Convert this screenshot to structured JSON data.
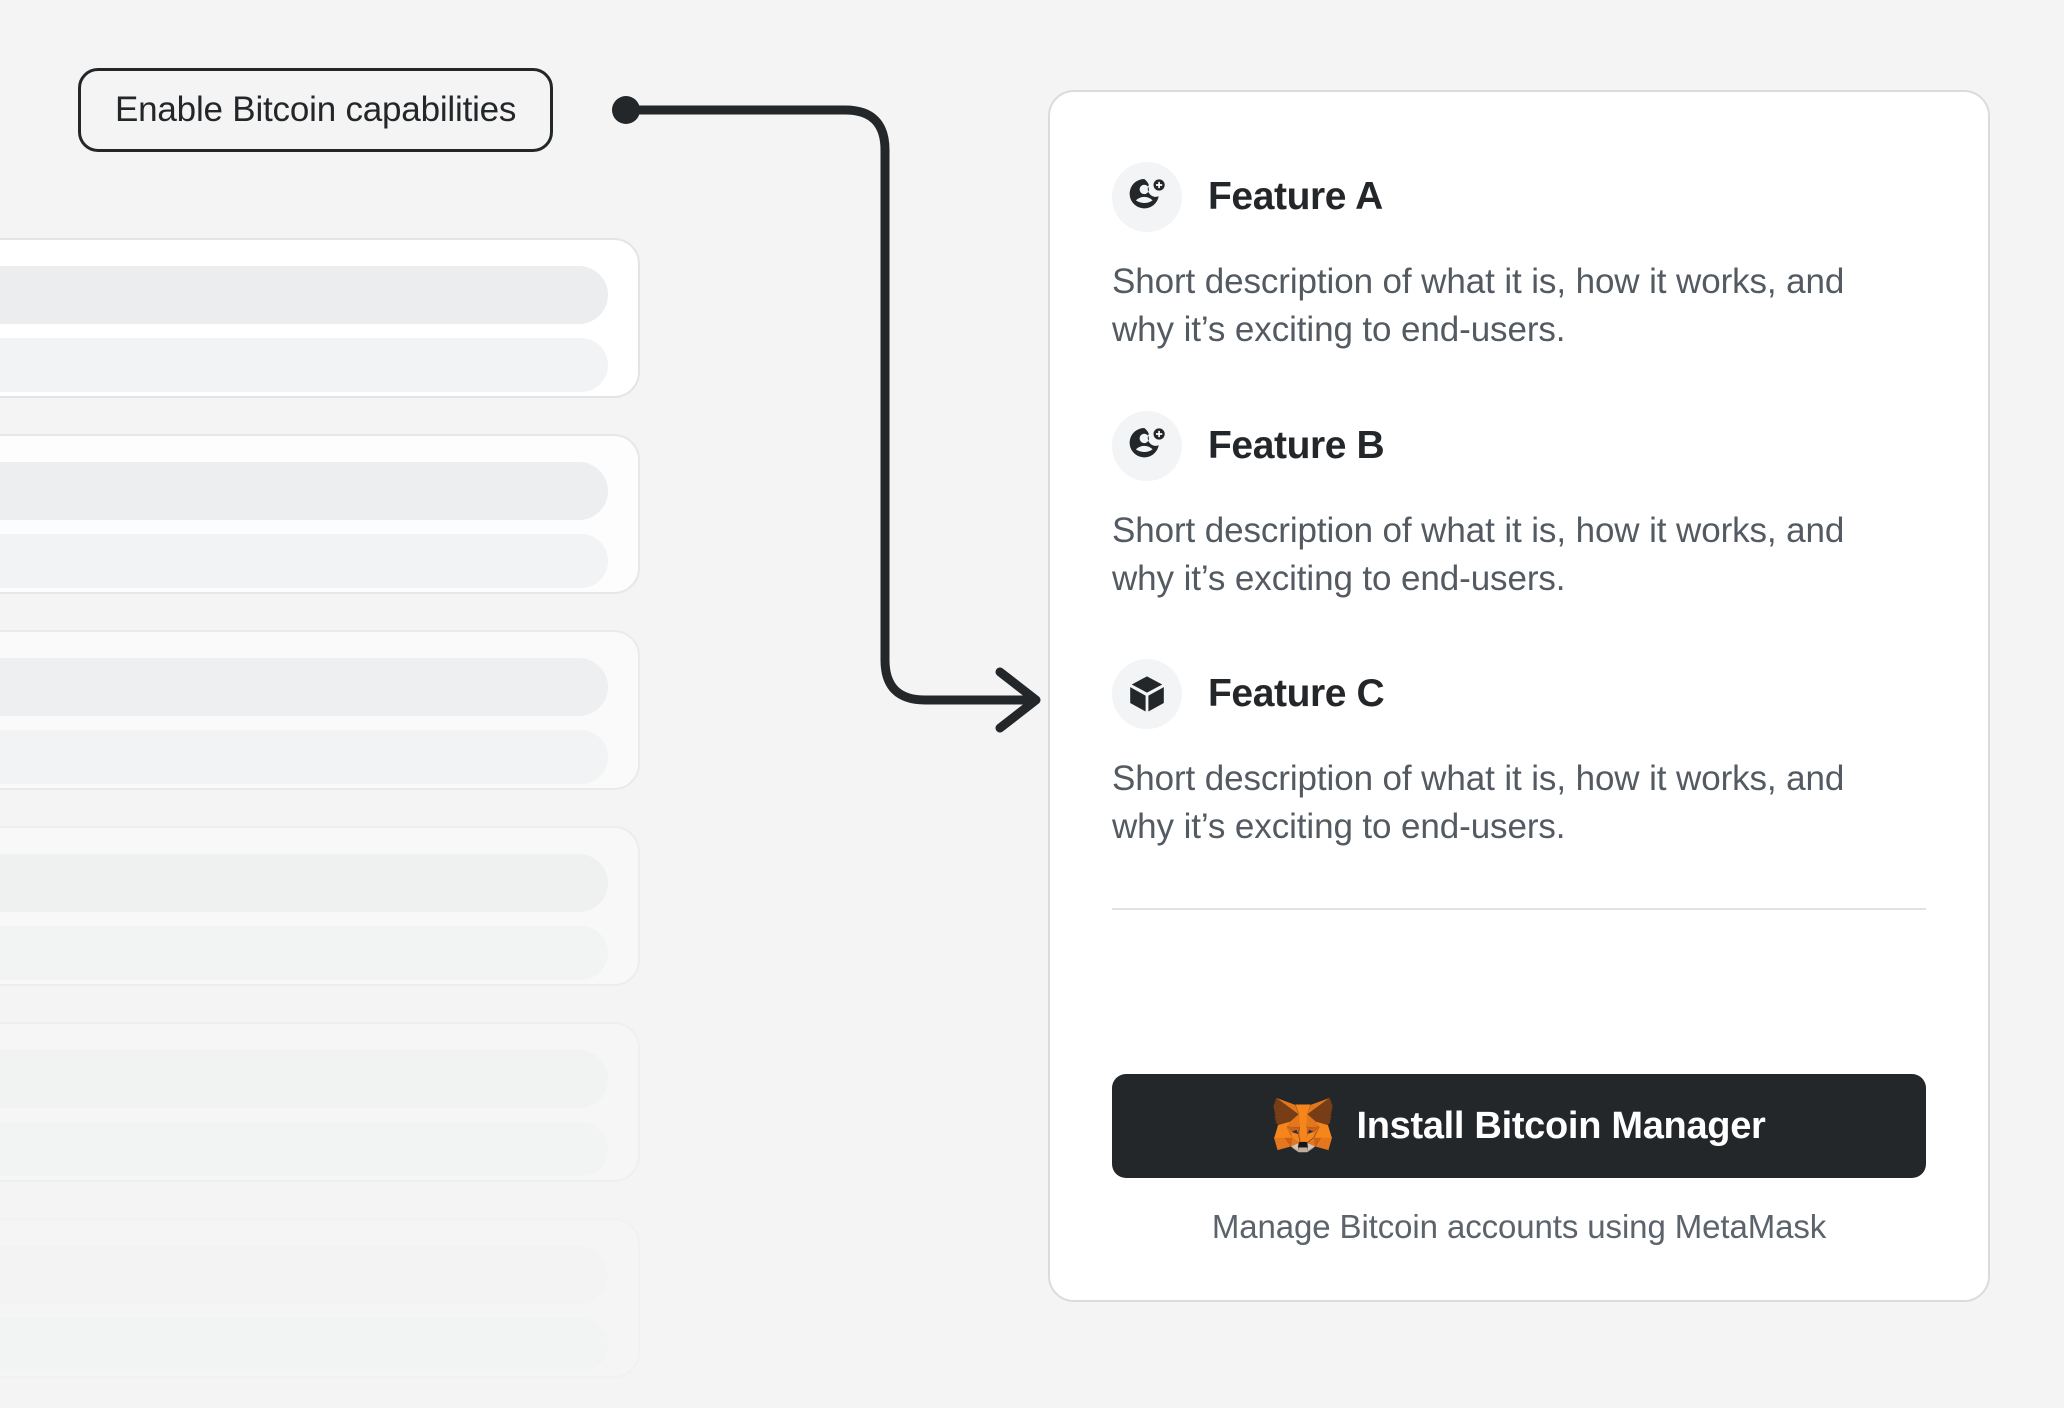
{
  "page": {
    "background_color": "#f3f4f3"
  },
  "callout": {
    "label": "Enable Bitcoin capabilities",
    "border_color": "#24272a",
    "dot_color": "#24272a"
  },
  "connector": {
    "name": "arrow-connector",
    "color": "#24272a"
  },
  "background_list": {
    "name": "skeleton-placeholder-list",
    "card_count": 6,
    "card_background": "#ffffff",
    "bar_color": "#ebedef"
  },
  "card": {
    "background_color": "#ffffff",
    "border_color": "#d8dcdf",
    "features": [
      {
        "icon": "add-user-icon",
        "title": "Feature A",
        "description": "Short description of what it is, how it works, and why it’s exciting to end-users."
      },
      {
        "icon": "add-user-icon",
        "title": "Feature B",
        "description": "Short description of what it is, how it works, and why it’s exciting to end-users."
      },
      {
        "icon": "cube-icon",
        "title": "Feature C",
        "description": "Short description of what it is, how it works, and why it’s exciting to end-users."
      }
    ],
    "footer": {
      "install_button": {
        "label": "Install Bitcoin Manager",
        "icon": "metamask-fox-icon",
        "background_color": "#24272a",
        "text_color": "#ffffff"
      },
      "caption": "Manage Bitcoin accounts using MetaMask"
    }
  }
}
